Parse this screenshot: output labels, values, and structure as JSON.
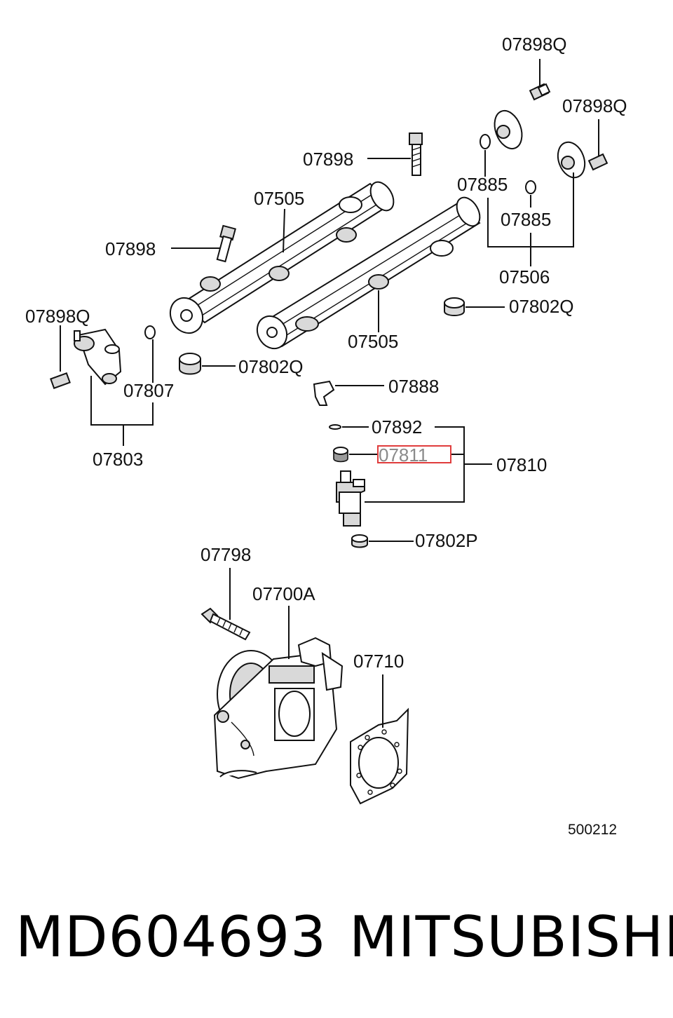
{
  "labels": {
    "top_bolt_q": "07898Q",
    "right_bolt_q": "07898Q",
    "bolt_upper": "07898",
    "rail_left_top": "07505",
    "oring_a": "07885",
    "oring_b": "07885",
    "bolt_left": "07898",
    "pipe": "07506",
    "insulator_right": "07802Q",
    "regulator_bolt_q": "07898Q",
    "rail_lower": "07505",
    "regulator_oring": "07807",
    "insulator_left": "07802Q",
    "clip": "07888",
    "regulator": "07803",
    "ring_small": "07892",
    "highlighted_seal": "07811",
    "injector": "07810",
    "injector_insulator": "07802P",
    "tb_bolt": "07798",
    "throttle_body": "07700A",
    "gasket": "07710",
    "diagram_number": "500212"
  },
  "highlight": {
    "part": "07811",
    "color": "#e03c3c"
  },
  "footer": {
    "part_number": "MD604693",
    "brand": "MITSUBISHI"
  }
}
